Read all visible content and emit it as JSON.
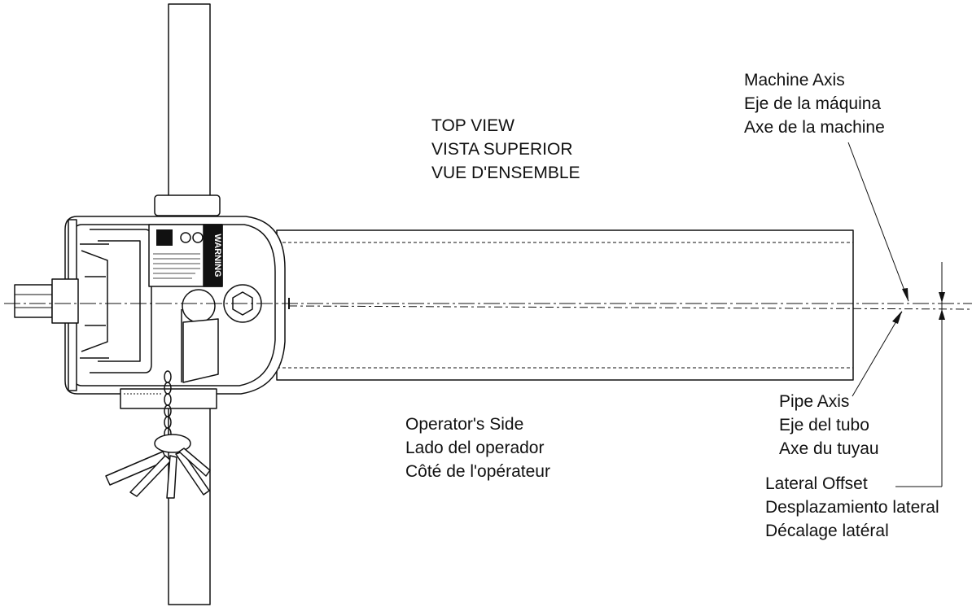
{
  "view_title": {
    "en": "TOP VIEW",
    "es": "VISTA SUPERIOR",
    "fr": "VUE D'ENSEMBLE"
  },
  "machine_axis": {
    "en": "Machine Axis",
    "es": "Eje de la máquina",
    "fr": "Axe de la machine"
  },
  "pipe_axis": {
    "en": "Pipe Axis",
    "es": "Eje del tubo",
    "fr": "Axe du tuyau"
  },
  "operator_side": {
    "en": "Operator's Side",
    "es": "Lado del operador",
    "fr": "Côté de l'opérateur"
  },
  "lateral_offset": {
    "en": "Lateral Offset",
    "es": "Desplazamiento lateral",
    "fr": "Décalage latéral"
  },
  "warning_decal": {
    "heading": "WARNING"
  },
  "colors": {
    "line": "#111111",
    "background": "#ffffff"
  }
}
